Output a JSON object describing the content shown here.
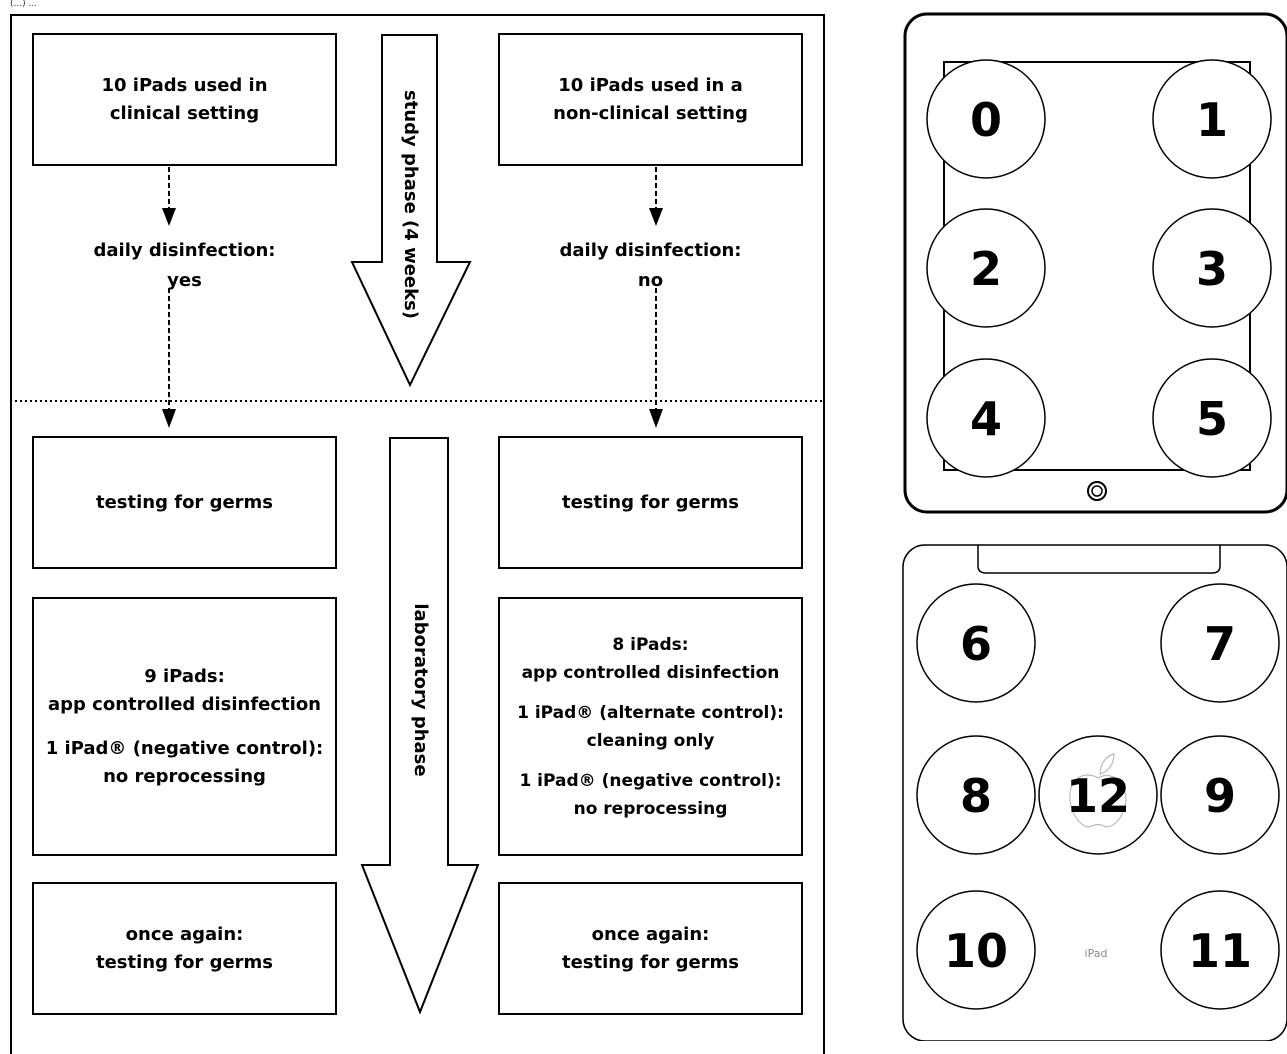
{
  "caption_fragment": "(...) ...",
  "left_column": {
    "top_box": "10 iPads used in\nclinical setting",
    "disinfection_label": "daily disinfection:\nyes",
    "testing_box": "testing for germs",
    "result_box_title": "9 iPads:\napp controlled disinfection",
    "result_box_control": "1 iPad® (negative control):\nno reprocessing",
    "final_box": "once again:\ntesting for germs"
  },
  "right_column": {
    "top_box": "10 iPads used in a\nnon-clinical setting",
    "disinfection_label": "daily disinfection:\nno",
    "testing_box": "testing for germs",
    "result_box_title": "8 iPads:\napp controlled disinfection",
    "result_box_alt": "1 iPad® (alternate control):\ncleaning only",
    "result_box_control": "1 iPad® (negative control):\nno reprocessing",
    "final_box": "once again:\ntesting for germs"
  },
  "phases": {
    "study_phase": "study phase (4 weeks)",
    "laboratory_phase": "laboratory phase"
  },
  "ipad_front": {
    "positions": [
      "0",
      "1",
      "2",
      "3",
      "4",
      "5"
    ]
  },
  "ipad_back": {
    "positions": [
      "6",
      "7",
      "8",
      "12",
      "9",
      "10",
      "11"
    ],
    "brand_word": "iPad"
  }
}
